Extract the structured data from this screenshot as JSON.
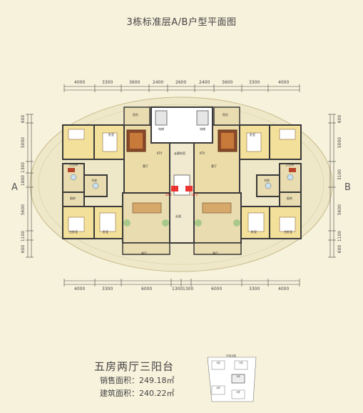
{
  "title": "3栋标准层A/B户型平面图",
  "top_dims": [
    "4000",
    "3300",
    "3600",
    "2400",
    "2600",
    "2400",
    "3600",
    "3300",
    "4000"
  ],
  "bottom_dims": [
    "4000",
    "3300",
    "6000",
    "1300",
    "1300",
    "6000",
    "3300",
    "4000"
  ],
  "left_dims": [
    "600",
    "5000",
    "1300",
    "1800",
    "5600",
    "1100",
    "600"
  ],
  "right_dims": [
    "600",
    "5000",
    "3100",
    "5600",
    "1100",
    "600"
  ],
  "side_a": "A",
  "side_b": "B",
  "rooms": {
    "bed": "卧室",
    "master_bed": "主卧室",
    "living": "客厅",
    "dining": "餐厅",
    "kitchen": "厨房",
    "bath": "卫生间",
    "balcony": "阳台",
    "study": "书房",
    "lift": "电梯",
    "corridor": "走道",
    "lift_hall": "走廊前室",
    "ktv": "KTV",
    "unit_a": "2A-1",
    "unit_b": "2A-2"
  },
  "summary": {
    "type": "五房两厅三阳台",
    "sales_area": "销售面积：249.18㎡",
    "build_area": "建筑面积：240.22㎡"
  },
  "key_plan": {
    "road": "环城北路",
    "labels": [
      "1栋",
      "2栋",
      "3栋",
      "4栋",
      "5栋"
    ]
  },
  "colors": {
    "wall": "#3a3a3a",
    "floor_wood": "#f3e09b",
    "floor_tile": "#e9dcb0",
    "oval": "#efe8c8",
    "plant": "#a8c98a"
  }
}
